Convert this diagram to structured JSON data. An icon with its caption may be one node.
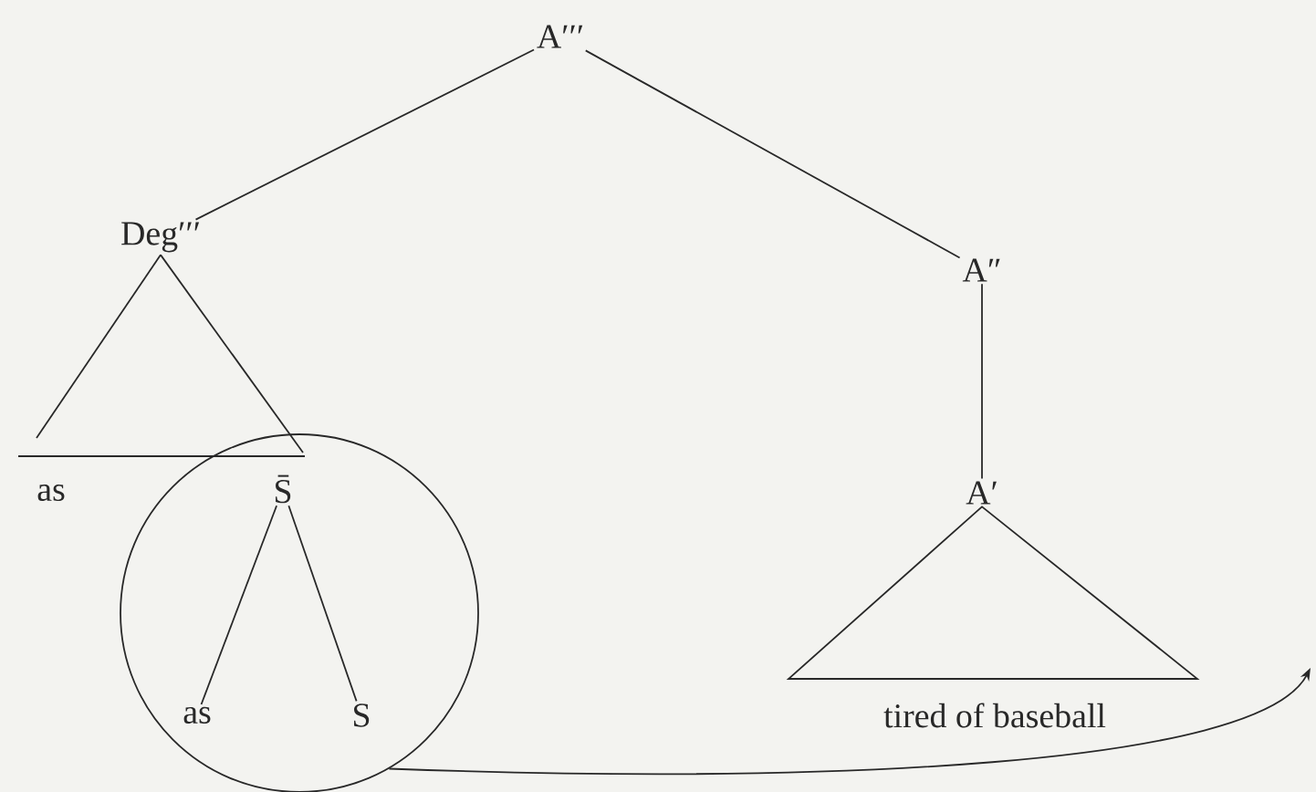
{
  "diagram": {
    "nodes": [
      {
        "text": [
          "A′′′"
        ]
      },
      {
        "text": [
          "Deg′′′"
        ]
      },
      {
        "text": [
          "A″"
        ]
      },
      {
        "text": [
          "as"
        ]
      },
      {
        "text": [],
        "shape": "circle"
      },
      {
        "text": [
          "S̄"
        ],
        "in": 4
      },
      {
        "text": [
          "A′"
        ]
      },
      {
        "text": [
          "as"
        ],
        "in": 4
      },
      {
        "text": [
          "S"
        ],
        "in": 4
      },
      {
        "text": [
          "tired of baseball"
        ]
      }
    ],
    "edges": [
      {
        "from": 0,
        "to": 1,
        "arrow": "none"
      },
      {
        "from": 0,
        "to": 2,
        "arrow": "none"
      },
      {
        "from": 1,
        "to": 3,
        "arrow": "none"
      },
      {
        "from": 1,
        "to": 5,
        "arrow": "none"
      },
      {
        "from": 2,
        "to": 6,
        "arrow": "none"
      },
      {
        "from": 5,
        "to": 7,
        "arrow": "none"
      },
      {
        "from": 5,
        "to": 8,
        "arrow": "none"
      },
      {
        "from": 6,
        "to": 9,
        "arrow": "none"
      },
      {
        "from": 4,
        "to": null,
        "arrow": "to"
      }
    ]
  }
}
